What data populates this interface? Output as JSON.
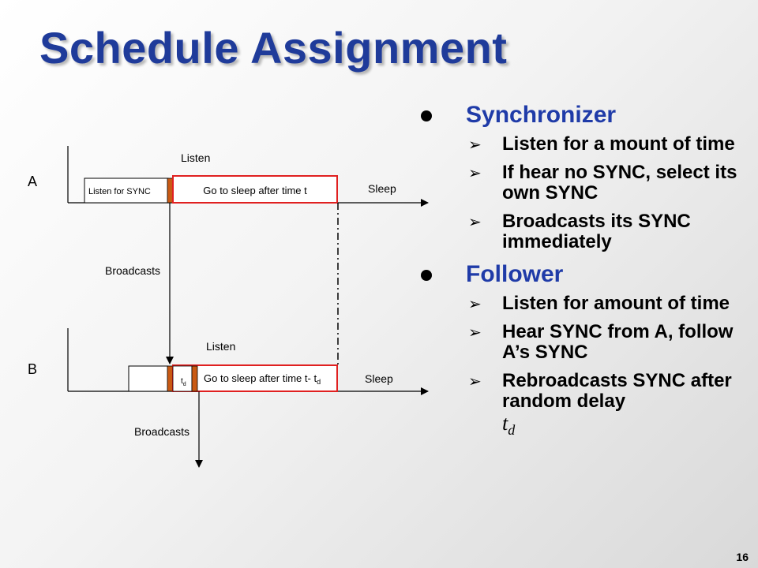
{
  "slide": {
    "title": "Schedule Assignment",
    "page_number": "16"
  },
  "diagram": {
    "node_a": {
      "label": "A",
      "listen_label": "Listen",
      "listen_for_sync_label": "Listen for SYNC",
      "sleep_box_label": "Go to sleep after time t",
      "sleep_label": "Sleep",
      "broadcasts_label": "Broadcasts"
    },
    "node_b": {
      "label": "B",
      "listen_label": "Listen",
      "delay_label": "t",
      "delay_sub": "d",
      "sleep_box_label": "Go to sleep after time t- t",
      "sleep_box_sub": "d",
      "sleep_label": "Sleep",
      "broadcasts_label": "Broadcasts"
    },
    "colors": {
      "box_outline": "#e02020",
      "listen_bar": "#c95a14",
      "axis": "#000000"
    }
  },
  "bullets": [
    {
      "label": "Synchronizer",
      "items": [
        "Listen for a mount of time",
        "If hear no SYNC, select its own SYNC",
        "Broadcasts its SYNC immediately"
      ]
    },
    {
      "label": "Follower",
      "items": [
        "Listen for amount of time",
        "Hear SYNC from A, follow A’s SYNC",
        "Rebroadcasts SYNC after random delay"
      ],
      "final_symbol": "t",
      "final_symbol_sub": "d"
    }
  ]
}
